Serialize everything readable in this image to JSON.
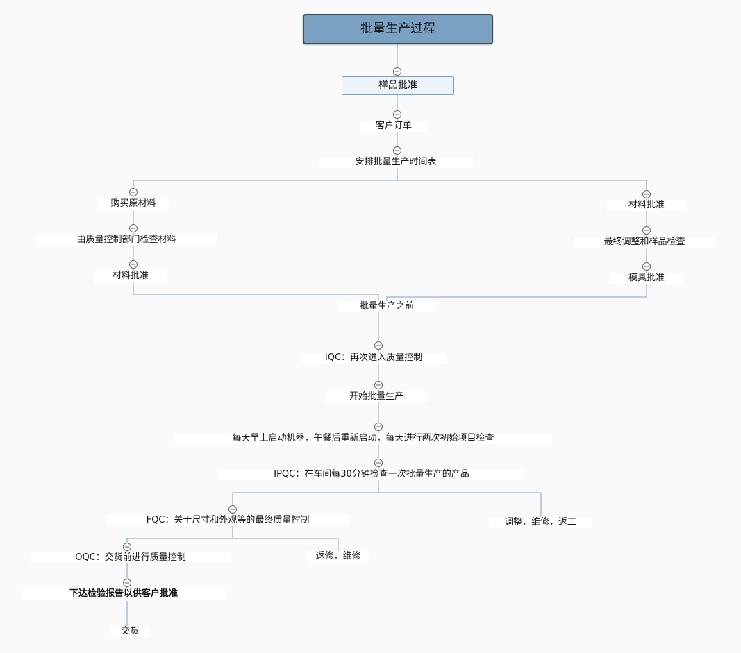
{
  "title": "批量生产过程",
  "colors": {
    "line": "#7aa1c2",
    "root_fill": "#7aa1c2",
    "root_border": "#3f4d59",
    "toggle": "#666666"
  },
  "nodes": {
    "sample_approval": "样品批准",
    "customer_order": "客户订单",
    "schedule": "安排批量生产时间表",
    "buy_materials": "购买原材料",
    "qc_check_materials": "由质量控制部门检查材料",
    "material_approval_left": "材料批准",
    "material_approval_right": "材料批准",
    "final_adjust_sample_check": "最终调整和样品检查",
    "mold_approval": "模具批准",
    "before_mass_production": "批量生产之前",
    "iqc": "IQC：再次进入质量控制",
    "start_mass_production": "开始批量生产",
    "daily_start": "每天早上启动机器，午餐后重新启动，每天进行两次初始项目检查",
    "ipqc": "IPQC：在车间每30分钟检查一次批量生产的产品",
    "adjust_repair_rework": "调整，维修，返工",
    "fqc": "FQC：关于尺寸和外观等的最终质量控制",
    "rework_repair": "返修，维修",
    "oqc": "OQC：交货前进行质量控制",
    "inspection_report": "下达检验报告以供客户批准",
    "delivery": "交货"
  }
}
